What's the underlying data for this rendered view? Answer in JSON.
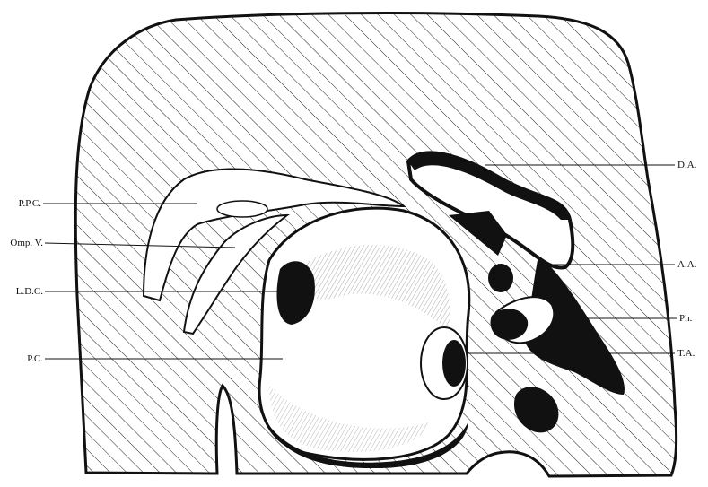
{
  "figure": {
    "labels": {
      "ppc": "P.P.C.",
      "ompv": "Omp. V.",
      "ldc": "L.D.C.",
      "pc": "P.C.",
      "da": "D.A.",
      "aa": "A.A.",
      "ph": "Ph.",
      "ta": "T.A."
    },
    "colors": {
      "ink": "#111111",
      "paper": "#ffffff"
    }
  }
}
